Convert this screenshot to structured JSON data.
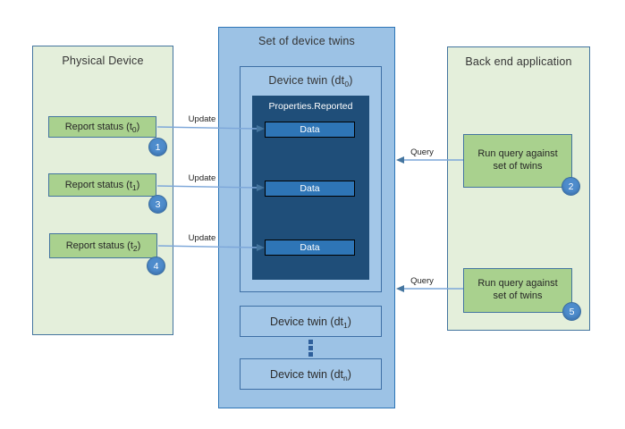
{
  "physical": {
    "title": "Physical Device",
    "boxes": [
      {
        "pre": "Report status (t",
        "sub": "0",
        "post": ")",
        "badge": "1"
      },
      {
        "pre": "Report status (t",
        "sub": "1",
        "post": ")",
        "badge": "3"
      },
      {
        "pre": "Report status (t",
        "sub": "2",
        "post": ")",
        "badge": "4"
      }
    ]
  },
  "twin_set": {
    "title": "Set of device twins",
    "twin0": {
      "title_pre": "Device twin (dt",
      "title_sub": "0",
      "title_post": ")",
      "properties_label": "Properties.Reported",
      "data_labels": [
        "Data",
        "Data",
        "Data"
      ]
    },
    "twin1": {
      "title_pre": "Device twin (dt",
      "title_sub": "1",
      "title_post": ")"
    },
    "twinN": {
      "title_pre": "Device twin (dt",
      "title_sub": "n",
      "title_post": ")"
    }
  },
  "backend": {
    "title": "Back end application",
    "boxes": [
      {
        "line1": "Run query against",
        "line2": "set of twins",
        "badge": "2"
      },
      {
        "line1": "Run query against",
        "line2": "set of twins",
        "badge": "5"
      }
    ]
  },
  "arrows": {
    "update_labels": [
      "Update",
      "Update",
      "Update"
    ],
    "query_labels": [
      "Query",
      "Query"
    ]
  },
  "colors": {
    "panel_green": "#e4efdb",
    "box_green": "#a9d18e",
    "panel_blue": "#9cc2e5",
    "twin_blue": "#a3c7e8",
    "properties_navy": "#1f4e79",
    "data_blue": "#2e75b6",
    "badge_blue": "#4e8ccc",
    "arrow_line_blue": "#7da7d9",
    "arrow_head_blue": "#44759f",
    "border_steel": "#44759f"
  }
}
